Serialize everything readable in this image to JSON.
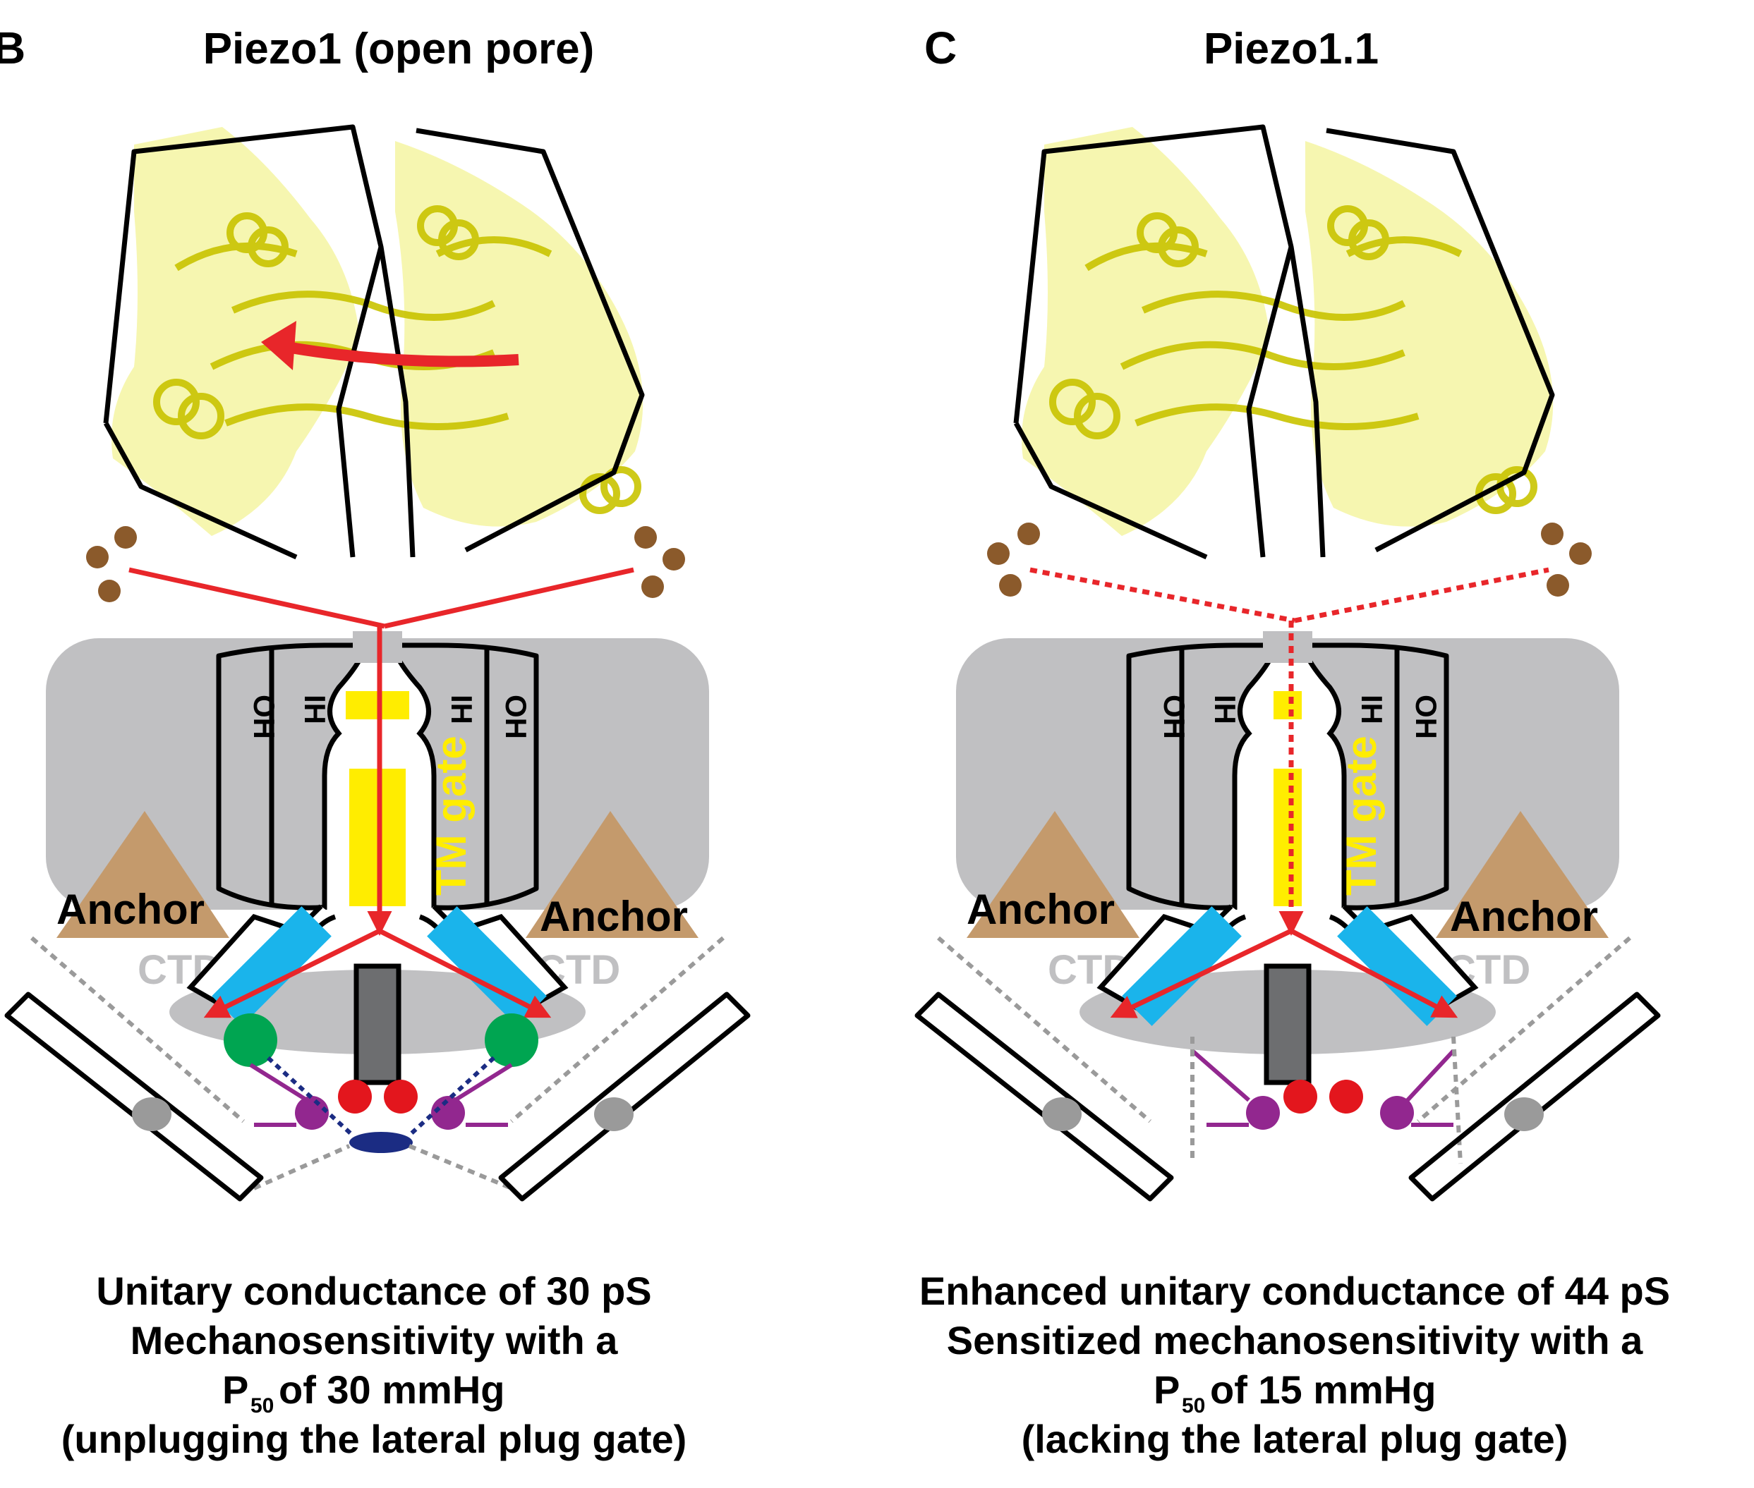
{
  "panels": [
    {
      "letter": "B",
      "title": "Piezo1 (open pore)",
      "pore_opening": 0.5,
      "linker_style": "solid",
      "lateral_plug_present": true,
      "anchor_labels": [
        "Anchor",
        "Anchor"
      ],
      "ctd_labels": [
        "CTD",
        "CTD"
      ],
      "helix_labels": [
        "OH",
        "IH",
        "IH",
        "OH"
      ],
      "gate_label": "TM gate",
      "caption": [
        "Unitary conductance of 30 pS",
        "Mechanosensitivity with a",
        "of 30 mmHg",
        "(unplugging the lateral plug gate)"
      ],
      "caption_p": "P",
      "caption_sub": "50"
    },
    {
      "letter": "C",
      "title": "Piezo1.1",
      "pore_opening": 0.3,
      "linker_style": "dotted",
      "lateral_plug_present": false,
      "anchor_labels": [
        "Anchor",
        "Anchor"
      ],
      "ctd_labels": [
        "CTD",
        "CTD"
      ],
      "helix_labels": [
        "OH",
        "IH",
        "IH",
        "OH"
      ],
      "gate_label": "TM gate",
      "caption": [
        "Enhanced unitary conductance of 44 pS",
        "Sensitized mechanosensitivity with a",
        "of 15 mmHg",
        "(lacking the lateral plug gate)"
      ],
      "caption_p": "P",
      "caption_sub": "50"
    }
  ],
  "colors": {
    "membrane": "#c0c0c2",
    "anchor": "#c49a6c",
    "gate": "#ffed00",
    "beam": "#1ab4eb",
    "arrow": "#e8262a",
    "cap_protein": "#e6e61e",
    "bead": "#8b5a2b",
    "green": "#00a551",
    "purple": "#92278f",
    "red_dot": "#e3161d",
    "plug": "#1b2c83",
    "stalk": "#6d6e70"
  }
}
